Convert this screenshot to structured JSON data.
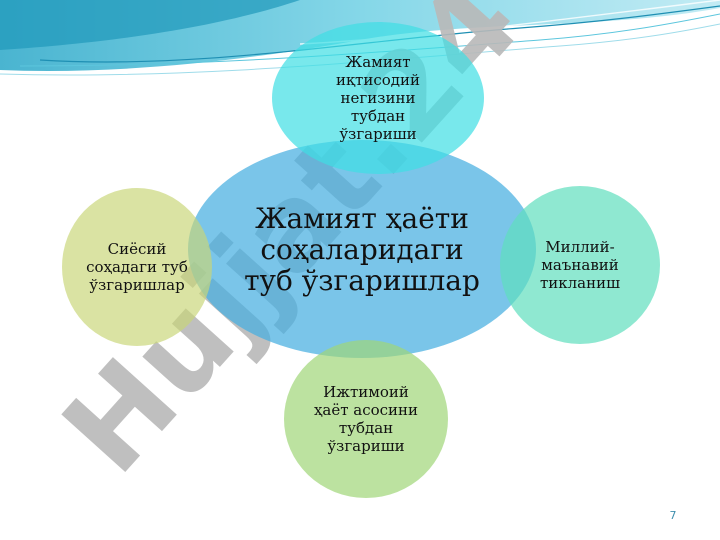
{
  "diagram": {
    "center": "Жамият ҳаёти соҳаларидаги туб ўзгаришлар",
    "top": "Жамият иқтисодий негизини тубдан ўзгариши",
    "left": "Сиёсий соҳадаги туб ўзгаришлар",
    "right": "Миллий-маънавий тикланиш",
    "bottom": "Ижтимоий ҳаёт асосини тубдан ўзгариши"
  },
  "watermark": "Hujjat.24",
  "page_number": "7",
  "colors": {
    "center_fill": "#46AFE1",
    "top_fill": "#3EDEE4",
    "left_fill": "#C8D678",
    "right_fill": "#5FDEBE",
    "bottom_fill": "#A0D678",
    "header_wave": "#2BB5D6",
    "page_number": "#3F8FAE"
  }
}
